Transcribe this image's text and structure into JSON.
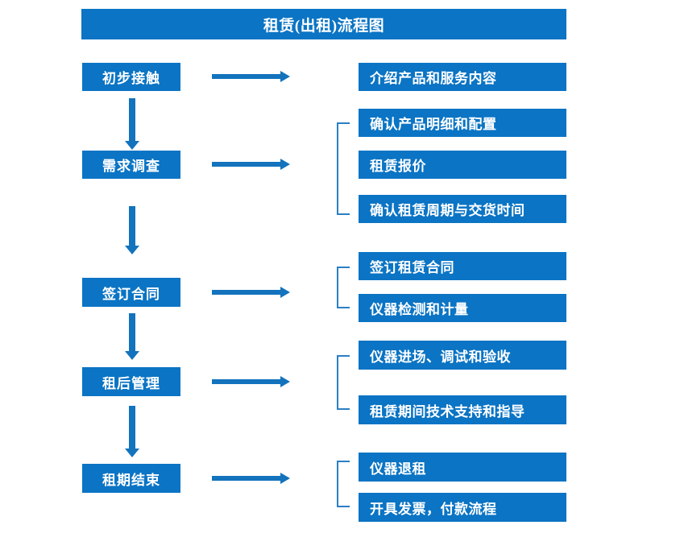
{
  "diagram": {
    "title": "租赁(出租)流程图",
    "accent_color": "#0b74c4",
    "arrow_color": "#1373bd",
    "bracket_color": "#2a7fc4",
    "title_text_color": "#ffffff"
  },
  "stages": [
    {
      "label": "初步接触"
    },
    {
      "label": "需求调查"
    },
    {
      "label": "签订合同"
    },
    {
      "label": "租后管理"
    },
    {
      "label": "租期结束"
    }
  ],
  "groups": [
    {
      "stage": "初步接触",
      "bracket": false,
      "details": [
        {
          "label": "介绍产品和服务内容"
        }
      ]
    },
    {
      "stage": "需求调查",
      "bracket": true,
      "details": [
        {
          "label": "确认产品明细和配置"
        },
        {
          "label": "租赁报价"
        },
        {
          "label": "确认租赁周期与交货时间"
        }
      ]
    },
    {
      "stage": "签订合同",
      "bracket": true,
      "details": [
        {
          "label": "签订租赁合同"
        },
        {
          "label": "仪器检测和计量"
        }
      ]
    },
    {
      "stage": "租后管理",
      "bracket": true,
      "details": [
        {
          "label": "仪器进场、调试和验收"
        },
        {
          "label": "租赁期间技术支持和指导"
        }
      ]
    },
    {
      "stage": "租期结束",
      "bracket": true,
      "details": [
        {
          "label": "仪器退租"
        },
        {
          "label": "开具发票，付款流程"
        }
      ]
    }
  ],
  "connectors": {
    "horizontal_arrow_count": 5,
    "vertical_arrow_count": 4
  }
}
